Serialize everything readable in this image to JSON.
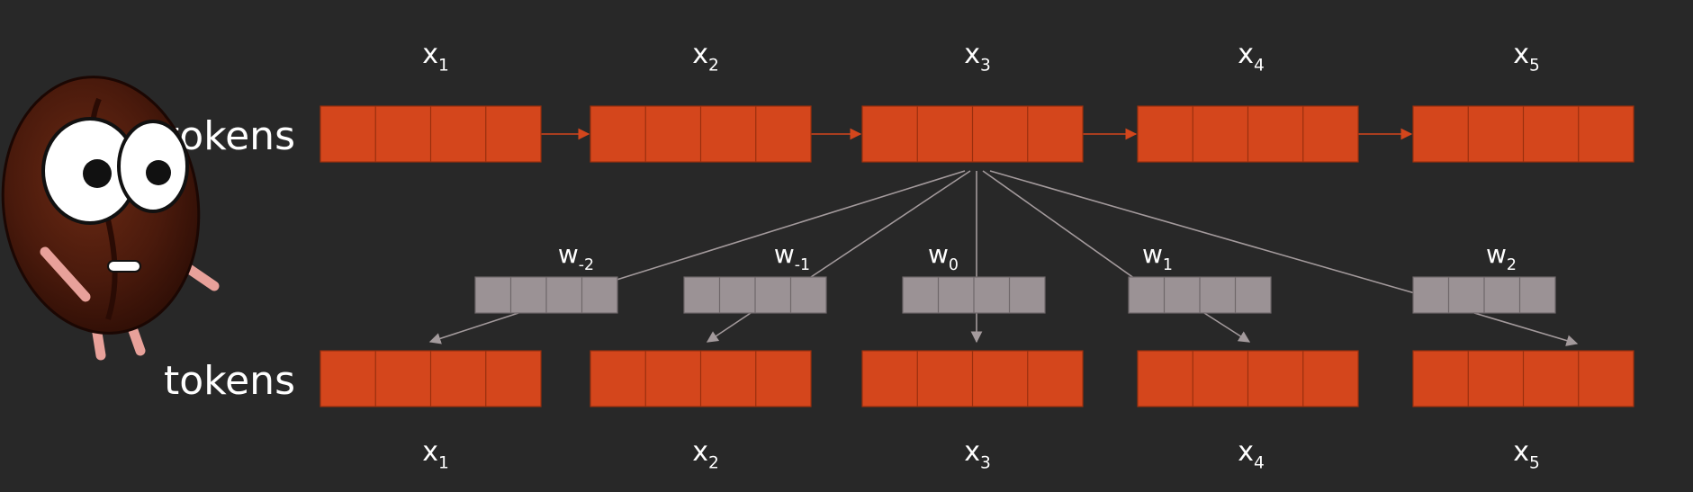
{
  "row_labels": {
    "top": "tokens",
    "bottom": "tokens"
  },
  "top_token_labels": [
    {
      "base": "x",
      "sub": "1"
    },
    {
      "base": "x",
      "sub": "2"
    },
    {
      "base": "x",
      "sub": "3"
    },
    {
      "base": "x",
      "sub": "4"
    },
    {
      "base": "x",
      "sub": "5"
    }
  ],
  "weight_labels": [
    {
      "base": "w",
      "sub": "-2"
    },
    {
      "base": "w",
      "sub": "-1"
    },
    {
      "base": "w",
      "sub": "0"
    },
    {
      "base": "w",
      "sub": "1"
    },
    {
      "base": "w",
      "sub": "2"
    }
  ],
  "bottom_token_labels": [
    {
      "base": "x",
      "sub": "1"
    },
    {
      "base": "x",
      "sub": "2"
    },
    {
      "base": "x",
      "sub": "3"
    },
    {
      "base": "x",
      "sub": "4"
    },
    {
      "base": "x",
      "sub": "5"
    }
  ],
  "colors": {
    "background": "#282828",
    "token_fill": "#d4461c",
    "token_cell_border": "#9a2f0e",
    "weight_fill": "#9b9295",
    "weight_cell_border": "#6f676a",
    "connector": "#a39a9c",
    "token_arrow": "#d4461c",
    "text": "#ffffff"
  },
  "mascot": {
    "icon": "coffee-bean-mascot-icon"
  }
}
